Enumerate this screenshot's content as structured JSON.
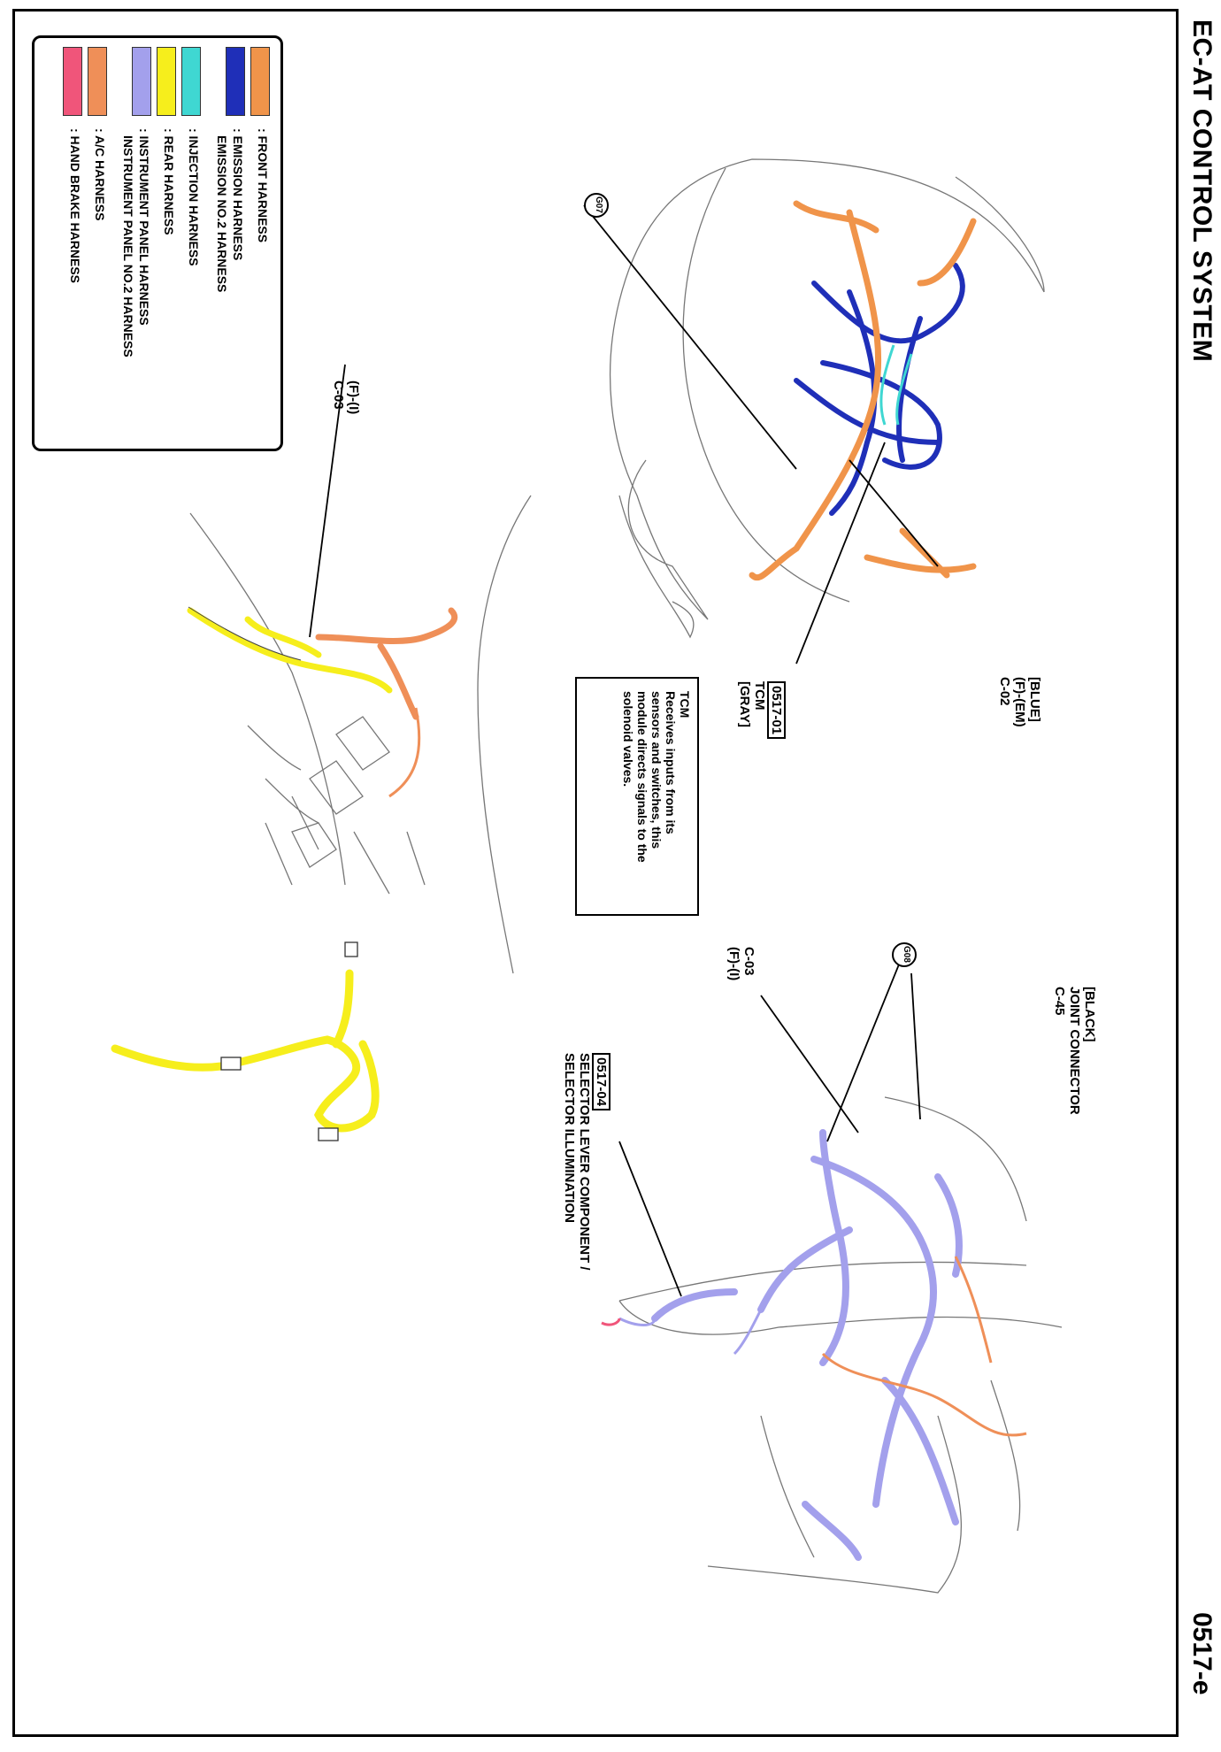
{
  "header": {
    "title": "EC-AT CONTROL SYSTEM",
    "page_number": "0517-e"
  },
  "legend": [
    {
      "label": ": FRONT HARNESS",
      "color": "#f0944a"
    },
    {
      "label": ": EMISSION HARNESS",
      "label2": "EMISSION NO.2 HARNESS",
      "color": "#1f2fb8"
    },
    {
      "label": ": INJECTION HARNESS",
      "color": "#3fd7d2"
    },
    {
      "label": ": REAR HARNESS",
      "color": "#f6ee1c"
    },
    {
      "label": ": INSTRUMENT PANEL HARNESS",
      "label2": "INSTRUMENT PANEL NO.2 HARNESS",
      "color": "#a3a0ec"
    },
    {
      "label": ": A/C HARNESS",
      "color": "#ef8f58"
    },
    {
      "label": ": HAND BRAKE HARNESS",
      "color": "#f0557a"
    }
  ],
  "callouts": {
    "c02": {
      "line1": "[BLUE]",
      "line2": "(F)-(EM)",
      "line3": "C-02"
    },
    "tcm_connector": {
      "code": "0517-01",
      "line2": "TCM",
      "line3": "[GRAY]"
    },
    "c03_left": {
      "line1": "(F)-(I)",
      "line2": "C-03"
    },
    "c45": {
      "line1": "[BLACK]",
      "line2": "JOINT CONNECTOR",
      "line3": "C-45"
    },
    "c03_right": {
      "line1": "C-03",
      "line2": "(F)-(I)"
    },
    "selector": {
      "code": "0517-04",
      "line2": "SELECTOR LEVER COMPONENT /",
      "line3": "SELECTOR ILLUMINATION"
    }
  },
  "grounds": {
    "g07": "G07",
    "g08": "G08"
  },
  "tcm_note": {
    "title": "TCM",
    "lines": [
      "Receives inputs from its",
      "sensors and switches, this",
      "module directs signals to the",
      "solenoid valves."
    ]
  }
}
